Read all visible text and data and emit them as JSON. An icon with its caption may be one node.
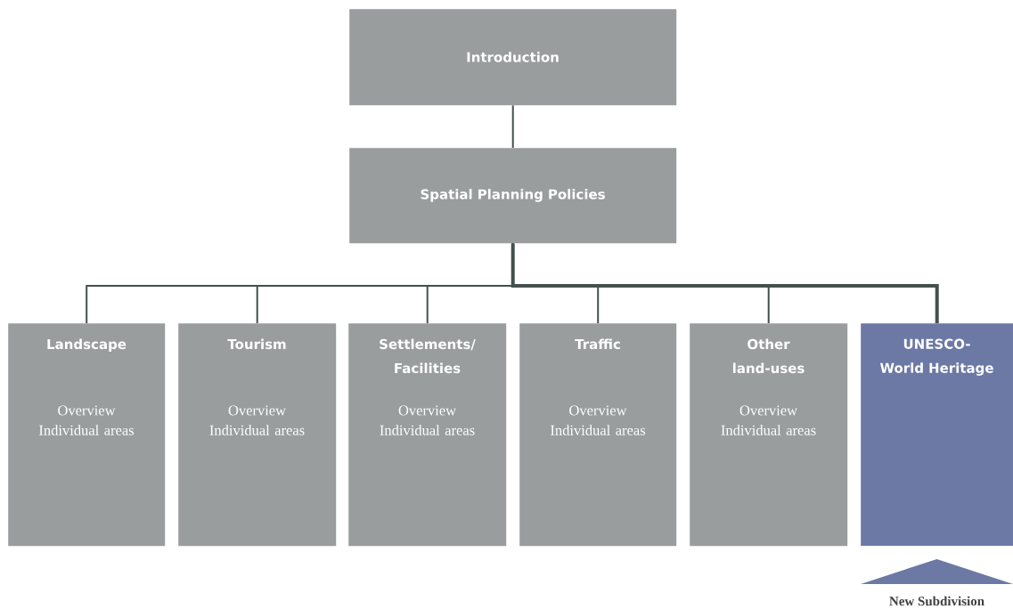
{
  "diagram": {
    "nodes": [
      {
        "text": [
          "Introduction"
        ]
      },
      {
        "text": [
          "Spatial Planning Policies"
        ]
      },
      {
        "text": [
          "Landscape",
          "Overview",
          "Individual areas"
        ]
      },
      {
        "text": [
          "Tourism",
          "Overview",
          "Individual areas"
        ]
      },
      {
        "text": [
          "Settlements/ Facilities",
          "Overview",
          "Individual areas"
        ]
      },
      {
        "text": [
          "Traffic",
          "Overview",
          "Individual areas"
        ]
      },
      {
        "text": [
          "Other land-uses",
          "Overview",
          "Individual areas"
        ]
      },
      {
        "text": [
          "UNESCO- World Heritage"
        ],
        "beside": [
          "New Subdivision"
        ]
      }
    ],
    "edges": [
      {
        "from": 0,
        "to": 1,
        "arrow": "none"
      },
      {
        "from": 1,
        "to": 2,
        "arrow": "none"
      },
      {
        "from": 1,
        "to": 3,
        "arrow": "none"
      },
      {
        "from": 1,
        "to": 4,
        "arrow": "none"
      },
      {
        "from": 1,
        "to": 5,
        "arrow": "none"
      },
      {
        "from": 1,
        "to": 6,
        "arrow": "none"
      },
      {
        "from": 1,
        "to": 7,
        "arrow": "none",
        "style": "thick"
      }
    ]
  }
}
